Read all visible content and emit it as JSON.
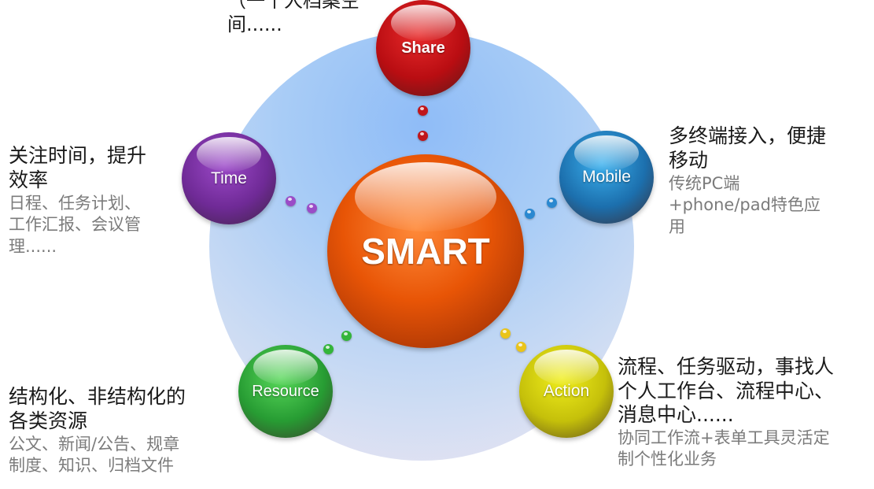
{
  "center": {
    "label": "SMART"
  },
  "spheres": {
    "share": "Share",
    "time": "Time",
    "mobile": "Mobile",
    "resource": "Resource",
    "action": "Action"
  },
  "captions": {
    "share": {
      "title": "（一个人档案空间......"
    },
    "time": {
      "title": [
        "关注时间，提升",
        "效率"
      ],
      "desc": [
        "日程、任务计划、",
        "工作汇报、会议管",
        "理......"
      ]
    },
    "mobile": {
      "title": [
        "多终端接入，便捷",
        "移动"
      ],
      "desc": [
        "传统PC端",
        "+phone/pad特色应",
        "用"
      ]
    },
    "resource": {
      "title": [
        "结构化、非结构化的",
        "各类资源"
      ],
      "desc": [
        "公文、新闻/公告、规章",
        "制度、知识、归档文件"
      ]
    },
    "action": {
      "title": [
        "流程、任务驱动，事找人",
        "个人工作台、流程中心、",
        "消息中心......"
      ],
      "desc": [
        "协同工作流+表单工具灵活定",
        "制个性化业务"
      ]
    }
  },
  "colors": {
    "share": "#c0161b",
    "time": "#7a319f",
    "mobile": "#1f78b8",
    "resource": "#2ea336",
    "action": "#d6cf0c",
    "center": "#e85506"
  }
}
